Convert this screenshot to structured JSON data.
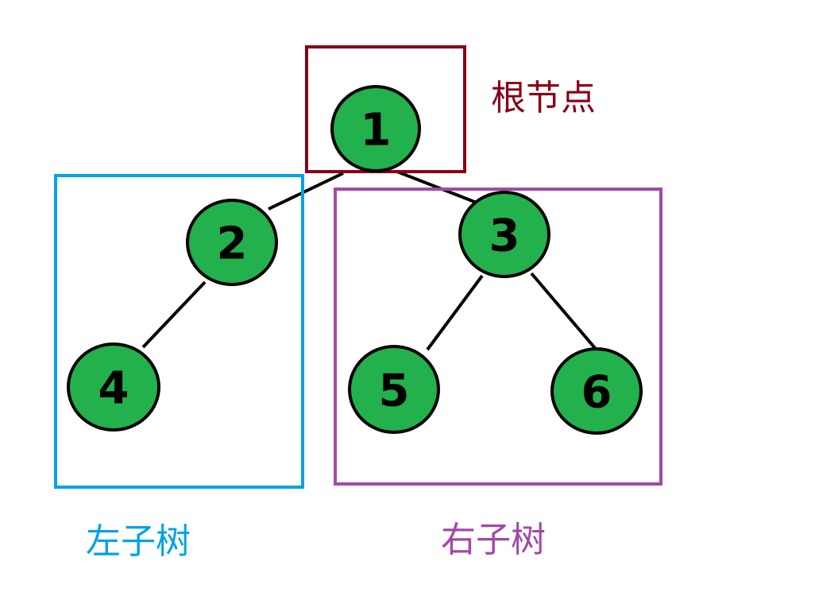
{
  "labels": {
    "root": "根节点",
    "left_subtree": "左子树",
    "right_subtree": "右子树"
  },
  "nodes": [
    {
      "id": "1",
      "label": "1"
    },
    {
      "id": "2",
      "label": "2"
    },
    {
      "id": "3",
      "label": "3"
    },
    {
      "id": "4",
      "label": "4"
    },
    {
      "id": "5",
      "label": "5"
    },
    {
      "id": "6",
      "label": "6"
    }
  ],
  "edges": [
    {
      "from": "1",
      "to": "2"
    },
    {
      "from": "1",
      "to": "3"
    },
    {
      "from": "2",
      "to": "4"
    },
    {
      "from": "3",
      "to": "5"
    },
    {
      "from": "3",
      "to": "6"
    }
  ],
  "colors": {
    "node_fill": "#22b14c",
    "node_stroke": "#000000",
    "edge": "#000000",
    "root_box": "#880015",
    "left_box": "#00a2e8",
    "right_box": "#a349a4"
  }
}
